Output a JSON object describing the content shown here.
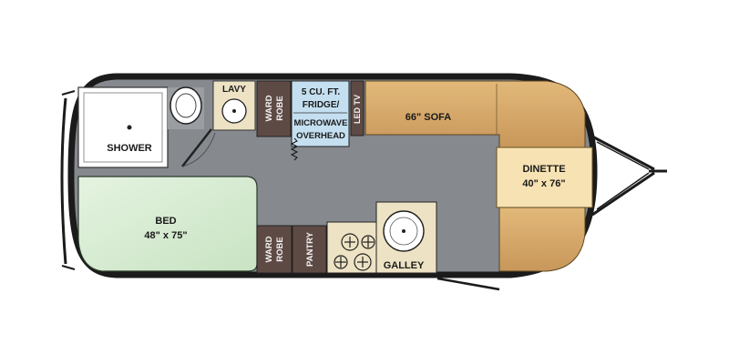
{
  "floorplan": {
    "rooms": {
      "shower": "SHOWER",
      "lavy": "LAVY",
      "wardrobe_top_line1": "WARD",
      "wardrobe_top_line2": "ROBE",
      "fridge_line1": "5 CU. FT.",
      "fridge_line2": "FRIDGE/",
      "microwave_line1": "MICROWAVE",
      "microwave_line2": "OVERHEAD",
      "led_tv": "LED TV",
      "sofa": "66\" SOFA",
      "dinette_name": "DINETTE",
      "dinette_size": "40\" x 76\"",
      "bed_name": "BED",
      "bed_size": "48\" x 75\"",
      "wardrobe_bottom_line1": "WARD",
      "wardrobe_bottom_line2": "ROBE",
      "pantry": "PANTRY",
      "galley": "GALLEY"
    },
    "colors": {
      "floor": "#868a8f",
      "wall": "#1b1b1b",
      "bed": "#d7ecd3",
      "sofa": "#d6a867",
      "dinette_table": "#f6e2b2",
      "wardrobe": "#5e4a44",
      "fridge": "#c4dff0",
      "counter": "#ede3c4",
      "shower": "#ffffff"
    }
  }
}
